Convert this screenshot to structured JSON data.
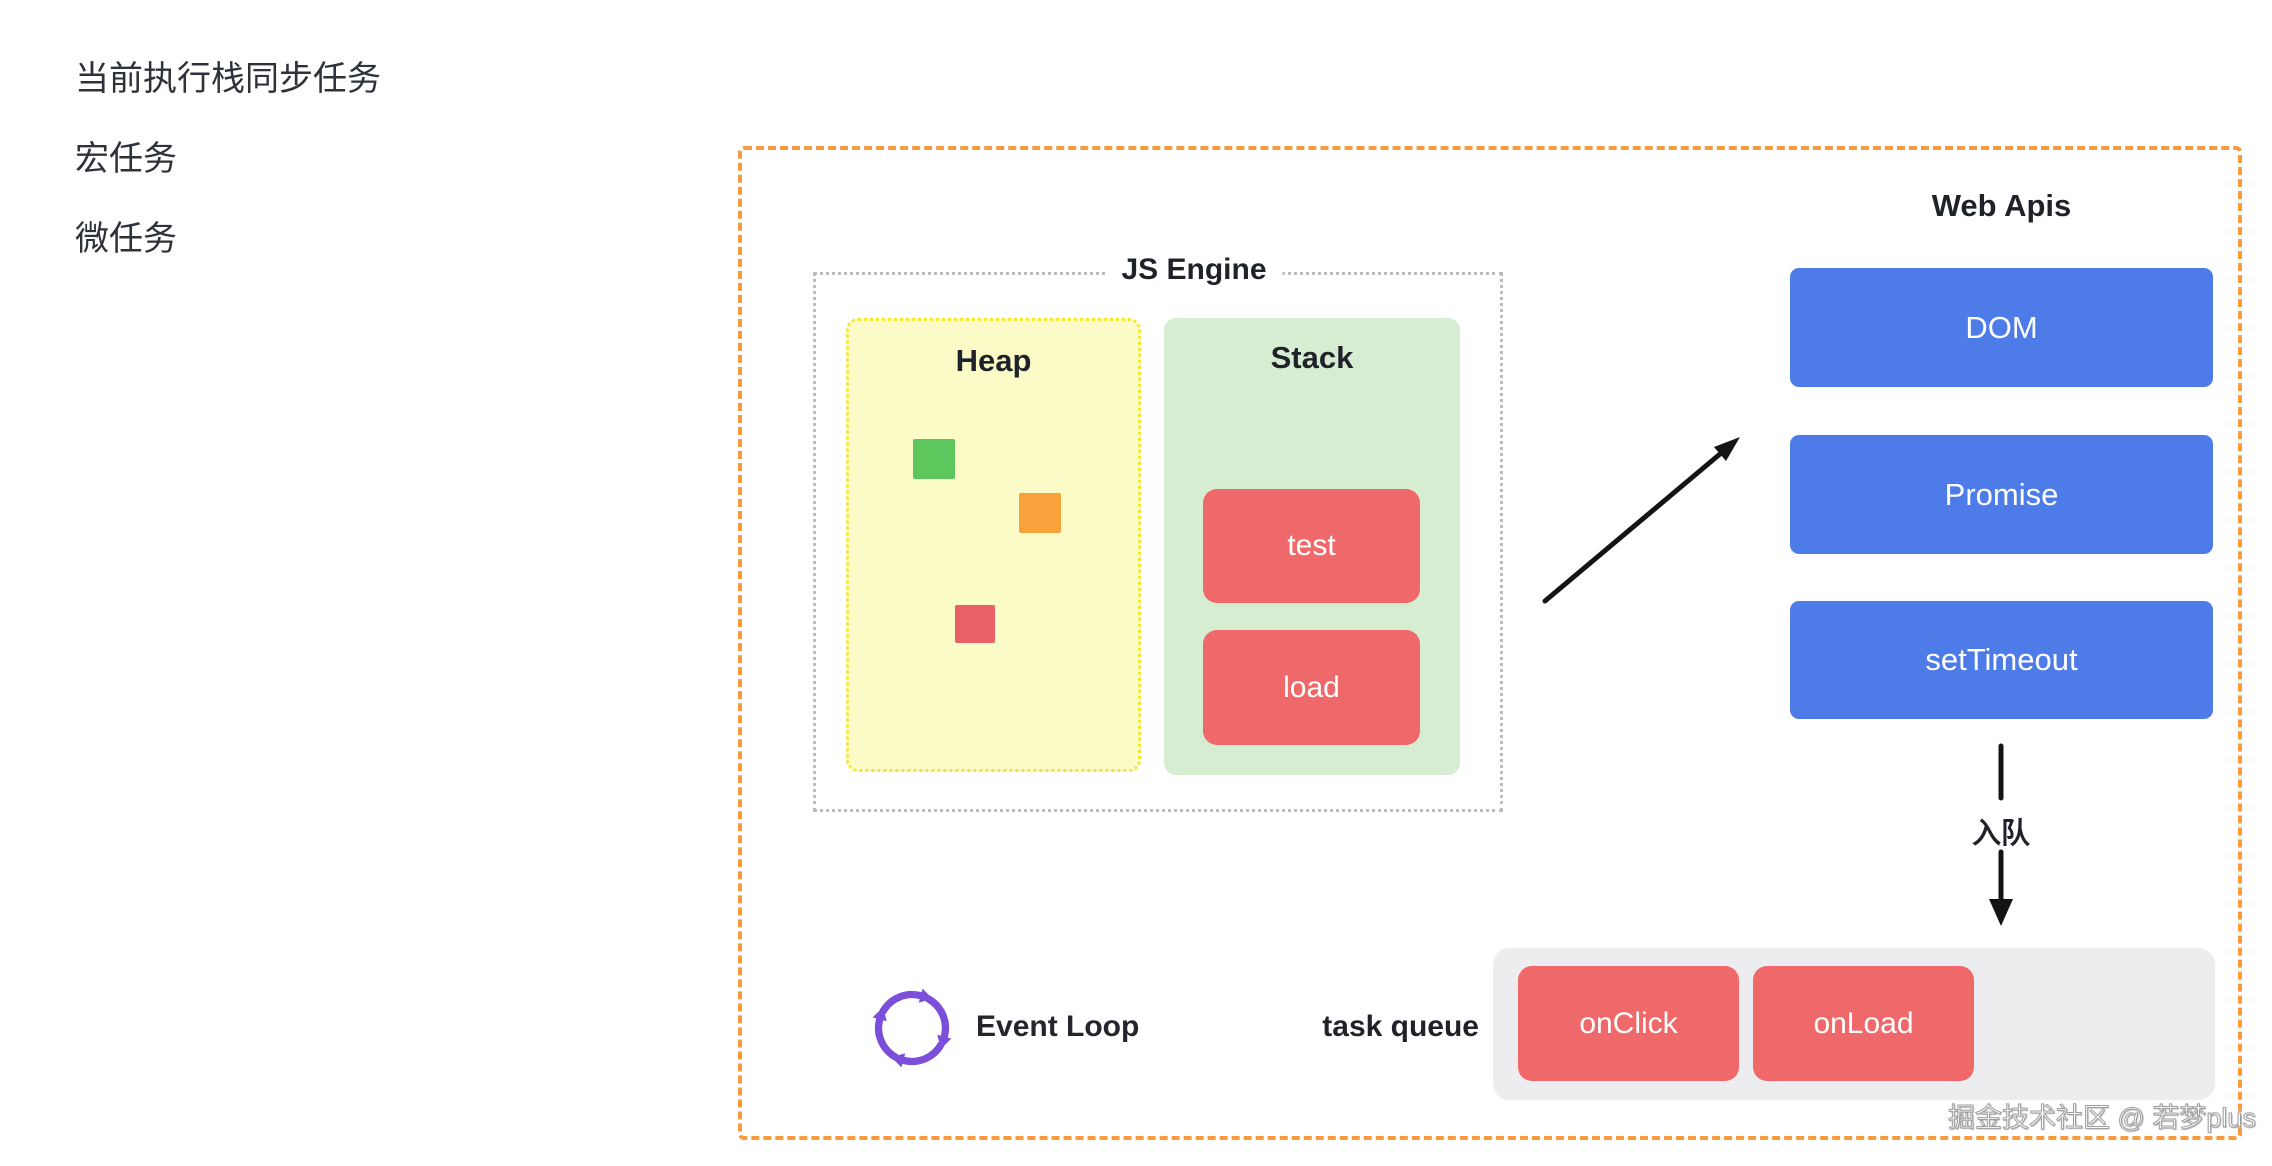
{
  "sidebar": {
    "notes": [
      "当前执行栈同步任务",
      "宏任务",
      "微任务"
    ]
  },
  "js_engine": {
    "title": "JS Engine",
    "heap": {
      "title": "Heap"
    },
    "stack": {
      "title": "Stack",
      "frames": [
        "test",
        "load"
      ]
    }
  },
  "web_apis": {
    "title": "Web Apis",
    "apis": [
      "DOM",
      "Promise",
      "setTimeout"
    ]
  },
  "flow": {
    "enqueue_label": "入队"
  },
  "task_queue": {
    "label": "task queue",
    "tasks": [
      "onClick",
      "onLoad"
    ]
  },
  "event_loop": {
    "label": "Event Loop"
  },
  "watermark": "掘金技术社区 @ 若梦plus",
  "colors": {
    "container_border": "#F79B3E",
    "js_engine_border": "#BDBDBD",
    "heap_bg": "#FAFBC7",
    "heap_border": "#F2E63D",
    "stack_bg": "#D6EDD2",
    "frame_red": "#F0696A",
    "api_blue": "#4D7CE9",
    "queue_bg": "#EDEDEF",
    "event_loop_purple": "#7C4FDB",
    "arrow_black": "#141414",
    "heap_objects": [
      "#5DC75D",
      "#F8A23B",
      "#E96167"
    ]
  }
}
